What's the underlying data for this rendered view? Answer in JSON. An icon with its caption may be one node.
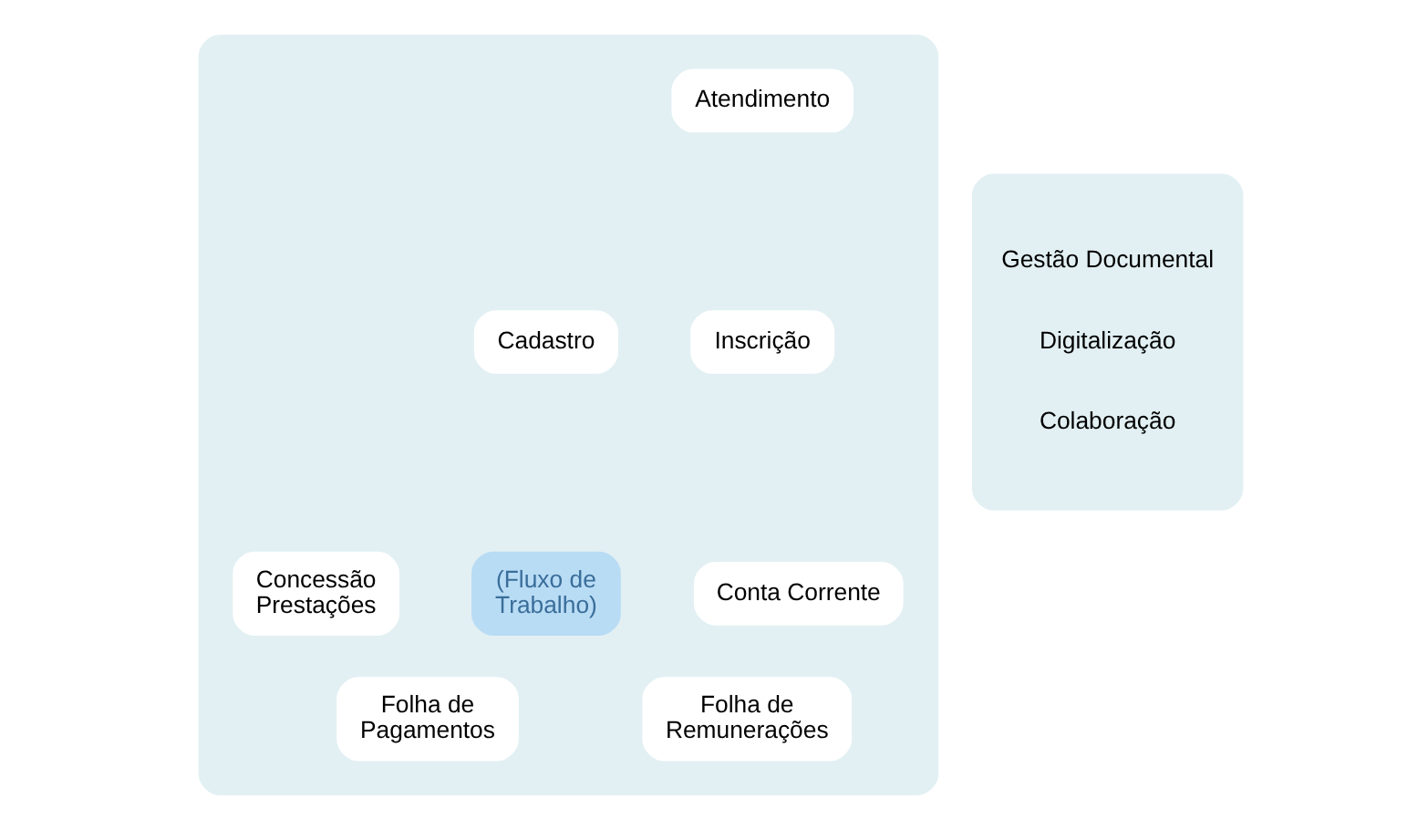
{
  "diagram": {
    "nodes": [
      {
        "text": [],
        "shape": "box"
      },
      {
        "text": [
          "Atendimento"
        ],
        "in": 0
      },
      {
        "text": [
          "Cadastro"
        ],
        "in": 0
      },
      {
        "text": [
          "Inscrição"
        ],
        "in": 0
      },
      {
        "text": [
          "Concessão Prestações"
        ],
        "in": 0
      },
      {
        "text": [
          "(Fluxo de Trabalho)"
        ],
        "in": 0
      },
      {
        "text": [
          "Conta Corrente"
        ],
        "in": 0
      },
      {
        "text": [
          "Folha de Pagamentos"
        ],
        "in": 0
      },
      {
        "text": [
          "Folha de Remunerações"
        ],
        "in": 0
      },
      {
        "text": [
          "Gestão Documental",
          "Digitalização",
          "Colaboração"
        ]
      }
    ]
  }
}
